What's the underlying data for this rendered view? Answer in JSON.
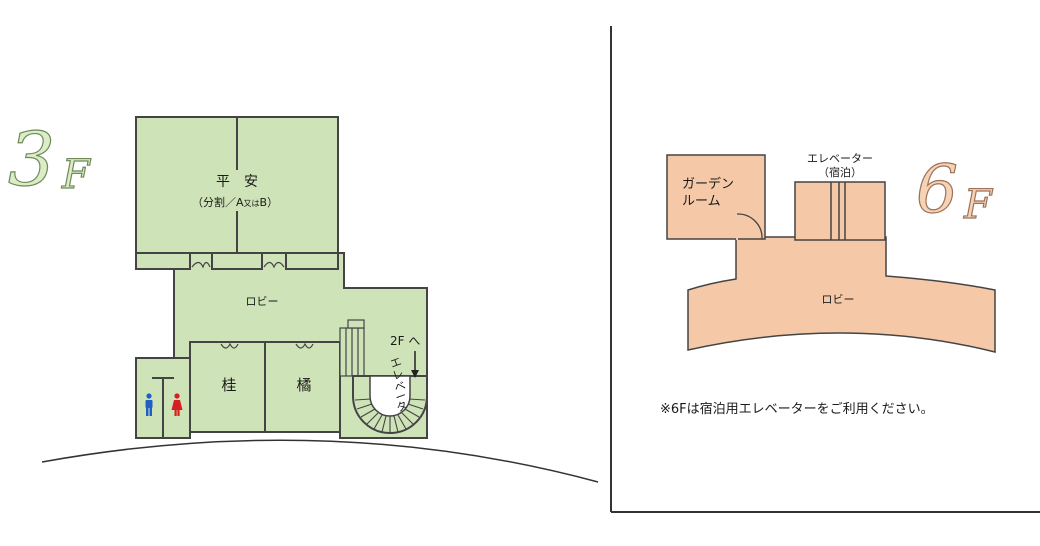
{
  "floor3": {
    "heading_num": "3",
    "heading_unit": "F",
    "rooms": {
      "heian": "平　安",
      "heian_sub": "（分割／A",
      "heian_sub_small": "又は",
      "heian_sub_end": "B）",
      "lobby": "ロビー",
      "katsura": "桂",
      "tachibana": "橘",
      "to_2f": "2F へ",
      "elevator_vertical": [
        "エ",
        "レ",
        "ベ",
        "ー",
        "タ"
      ]
    }
  },
  "floor6": {
    "heading_num": "6",
    "heading_unit": "F",
    "rooms": {
      "garden_line1": "ガーデン",
      "garden_line2": "ルーム",
      "elevator_line1": "エレベーター",
      "elevator_line2": "（宿泊）",
      "lobby": "ロビー"
    },
    "note": "※6Fは宿泊用エレベーターをご利用ください。"
  },
  "colors": {
    "floor3_fill": "#cfe3b8",
    "floor3_heading": "#dcecc6",
    "floor6_fill": "#f5c9a8",
    "floor6_heading": "#f6d2b6",
    "wall": "#333333",
    "men_icon": "#1f5fc4",
    "women_icon": "#d42020"
  }
}
